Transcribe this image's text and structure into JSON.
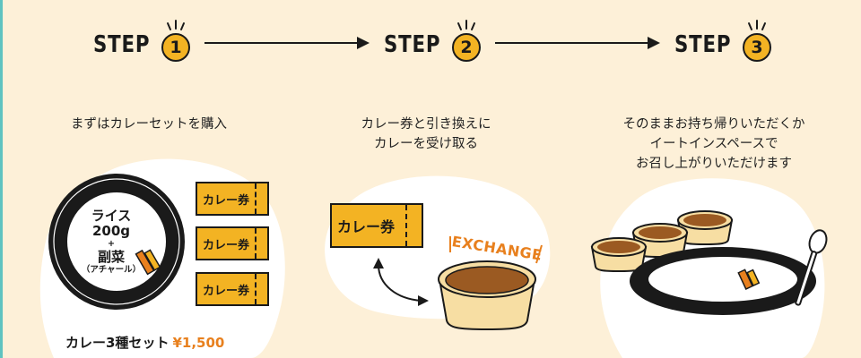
{
  "steps": [
    {
      "label": "STEP",
      "number": "1",
      "caption": [
        "まずはカレーセットを購入"
      ]
    },
    {
      "label": "STEP",
      "number": "2",
      "caption": [
        "カレー券と引き換えに",
        "カレーを受け取る"
      ]
    },
    {
      "label": "STEP",
      "number": "3",
      "caption": [
        "そのままお持ち帰りいただくか",
        "イートインスペースで",
        "お召し上がりいただけます"
      ]
    }
  ],
  "plate": {
    "line1": "ライス",
    "line2": "200g",
    "line3": "+",
    "line4": "副菜",
    "line5": "（アチャール）"
  },
  "ticket_label": "カレー券",
  "set": {
    "name": "カレー3種セット",
    "price": "¥1,500"
  },
  "exchange_label": "EXCHANGE",
  "colors": {
    "background": "#fdf0d8",
    "accent": "#f3b323",
    "price": "#e8801e",
    "ink": "#1a1a1a"
  }
}
